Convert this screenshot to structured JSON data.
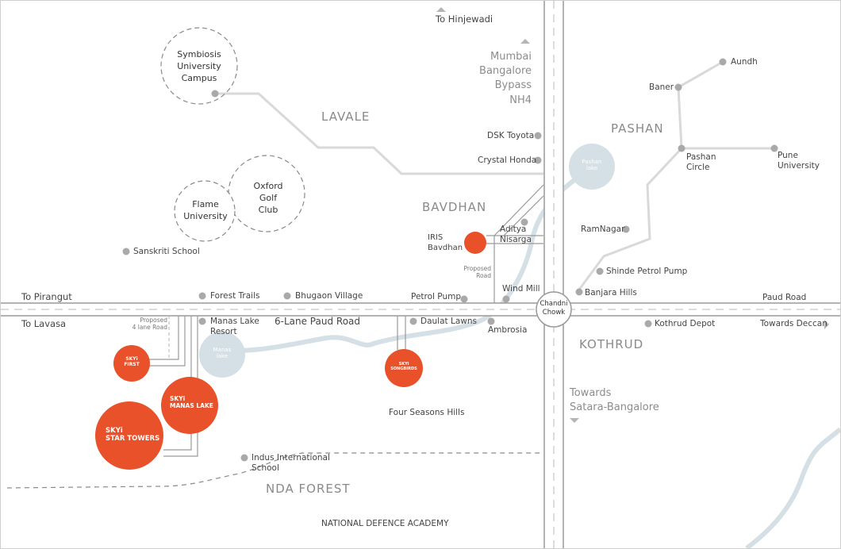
{
  "colors": {
    "road": "#bdbdbd",
    "water": "#d5dfe6",
    "project": "#e8512a",
    "dot": "#a9a9a9",
    "text": "#444444",
    "region": "#8a8a8a"
  },
  "regions": {
    "lavale": "LAVALE",
    "pashan": "PASHAN",
    "bavdhan": "BAVDHAN",
    "kothrud": "KOTHRUD",
    "nda_forest": "NDA FOREST"
  },
  "highway": {
    "to_hinjewadi": "To Hinjewadi",
    "line1": "Mumbai",
    "line2": "Bangalore",
    "line3": "Bypass",
    "line4": "NH4",
    "towards_line1": "Towards",
    "towards_line2": "Satara-Bangalore"
  },
  "roads": {
    "to_pirangut": "To Pirangut",
    "to_lavasa": "To Lavasa",
    "paud_road": "Paud Road",
    "towards_deccan": "Towards Deccan",
    "six_lane": "6-Lane Paud Road",
    "proposed_4lane_line1": "Proposed",
    "proposed_4lane_line2": "4 lane Road",
    "proposed_road_line1": "Proposed",
    "proposed_road_line2": "Road",
    "chandni_line1": "Chandni",
    "chandni_line2": "Chowk"
  },
  "campuses": {
    "symbiosis_line1": "Symbiosis",
    "symbiosis_line2": "University",
    "symbiosis_line3": "Campus",
    "oxford_line1": "Oxford",
    "oxford_line2": "Golf",
    "oxford_line3": "Club",
    "flame_line1": "Flame",
    "flame_line2": "University"
  },
  "lakes": {
    "pashan_line1": "Pashan",
    "pashan_line2": "lake",
    "manas_line1": "Manas",
    "manas_line2": "lake"
  },
  "landmarks": {
    "aundh": "Aundh",
    "baner": "Baner",
    "pashan_circle_line1": "Pashan",
    "pashan_circle_line2": "Circle",
    "pune_univ_line1": "Pune",
    "pune_univ_line2": "University",
    "dsk_toyota": "DSK Toyota",
    "crystal_honda": "Crystal Honda",
    "aditya_line1": "Aditya",
    "aditya_line2": "Nisarga",
    "iris_line1": "IRIS",
    "iris_line2": "Bavdhan",
    "ramnagar": "RamNagar",
    "shinde": "Shinde Petrol Pump",
    "wind_mill": "Wind Mill",
    "petrol_pump": "Petrol Pump",
    "banjara": "Banjara Hills",
    "sanskriti": "Sanskriti School",
    "forest_trails": "Forest Trails",
    "bhugaon": "Bhugaon Village",
    "manas_resort_line1": "Manas Lake",
    "manas_resort_line2": "Resort",
    "daulat": "Daulat Lawns",
    "ambrosia": "Ambrosia",
    "kothrud_depot": "Kothrud Depot",
    "four_seasons": "Four Seasons Hills",
    "indus_line1": "Indus International",
    "indus_line2": "School",
    "nda": "NATIONAL DEFENCE ACADEMY"
  },
  "projects": {
    "first_line1": "SKYi",
    "first_line2": "FIRST",
    "manas_line1": "SKYi",
    "manas_line2": "MANAS LAKE",
    "star_line1": "SKYi",
    "star_line2": "STAR TOWERS",
    "songbirds_line1": "SKYi",
    "songbirds_line2": "SONGBIRDS"
  }
}
